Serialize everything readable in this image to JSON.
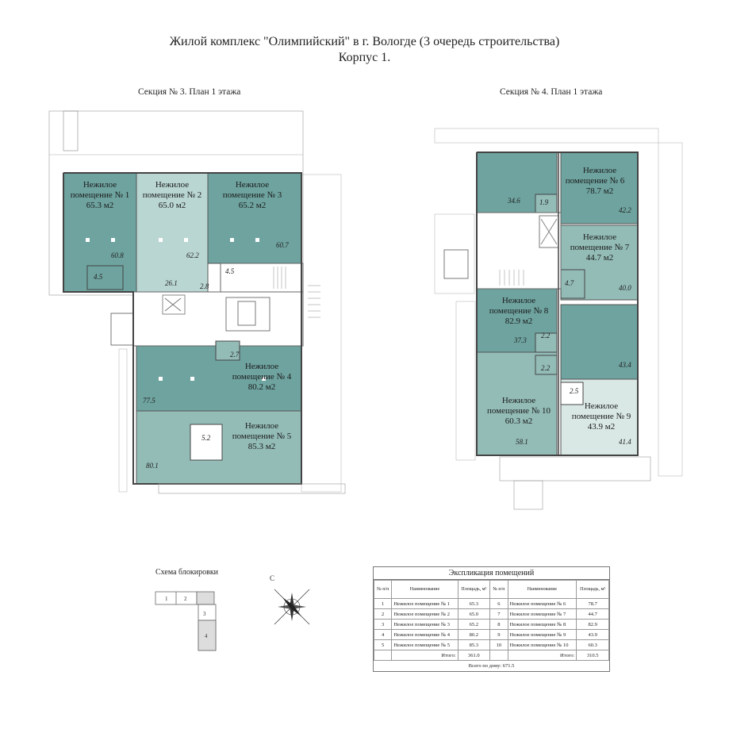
{
  "header": {
    "title_line1": "Жилой комплекс \"Олимпийский\" в г. Вологде (3 очередь строительства)",
    "title_line2": "Корпус 1."
  },
  "section3": {
    "title": "Секция № 3. План 1 этажа",
    "rooms": [
      {
        "name": "Нежилое",
        "line2": "помещение № 1",
        "area": "65.3 м2"
      },
      {
        "name": "Нежилое",
        "line2": "помещение № 2",
        "area": "65.0 м2"
      },
      {
        "name": "Нежилое",
        "line2": "помещение № 3",
        "area": "65.2 м2"
      },
      {
        "name": "Нежилое",
        "line2": "помещение № 4",
        "area": "80.2 м2"
      },
      {
        "name": "Нежилое",
        "line2": "помещение № 5",
        "area": "85.3 м2"
      }
    ],
    "dims": [
      "60.8",
      "4.5",
      "62.2",
      "26.1",
      "2.8",
      "4.5",
      "60.7",
      "2.7",
      "77.5",
      "5.2",
      "80.1"
    ]
  },
  "section4": {
    "title": "Секция № 4. План 1 этажа",
    "rooms": [
      {
        "name": "Нежилое",
        "line2": "помещение № 6",
        "area": "78.7 м2"
      },
      {
        "name": "Нежилое",
        "line2": "помещение № 7",
        "area": "44.7 м2"
      },
      {
        "name": "Нежилое",
        "line2": "помещение № 8",
        "area": "82.9 м2"
      },
      {
        "name": "Нежилое",
        "line2": "помещение № 9",
        "area": "43.9 м2"
      },
      {
        "name": "Нежилое",
        "line2": "помещение № 10",
        "area": "60.3 м2"
      }
    ],
    "dims": [
      "34.6",
      "1.9",
      "42.2",
      "4.7",
      "40.0",
      "37.3",
      "2.2",
      "2.2",
      "43.4",
      "2.5",
      "58.1",
      "41.4"
    ]
  },
  "schema": {
    "title": "Схема блокировки",
    "labels": [
      "1",
      "2",
      "3",
      "4"
    ]
  },
  "compass": {
    "north": "С"
  },
  "explication": {
    "title": "Экспликация помещений",
    "headers": [
      "№ п/п",
      "Наименование",
      "Площадь, м²",
      "№ п/п",
      "Наименование",
      "Площадь, м²"
    ],
    "rows": [
      [
        "1",
        "Нежилое помещение № 1",
        "65.3",
        "6",
        "Нежилое помещение № 6",
        "78.7"
      ],
      [
        "2",
        "Нежилое помещение № 2",
        "65.0",
        "7",
        "Нежилое помещение № 7",
        "44.7"
      ],
      [
        "3",
        "Нежилое помещение № 3",
        "65.2",
        "8",
        "Нежилое помещение № 8",
        "82.9"
      ],
      [
        "4",
        "Нежилое помещение № 4",
        "80.2",
        "9",
        "Нежилое помещение № 9",
        "43.9"
      ],
      [
        "5",
        "Нежилое помещение № 5",
        "85.3",
        "10",
        "Нежилое помещение № 10",
        "60.3"
      ]
    ],
    "subtotal_label": "Итого:",
    "subtotal_left": "361.0",
    "subtotal_right": "310.5",
    "grand_total": "Всего по дому: 671.5"
  },
  "colors": {
    "room_dark": "#6ea39f",
    "room_mid": "#93bcb7",
    "room_light": "#b9d6d2",
    "room_pale": "#d9e8e5",
    "wall": "#555555"
  }
}
